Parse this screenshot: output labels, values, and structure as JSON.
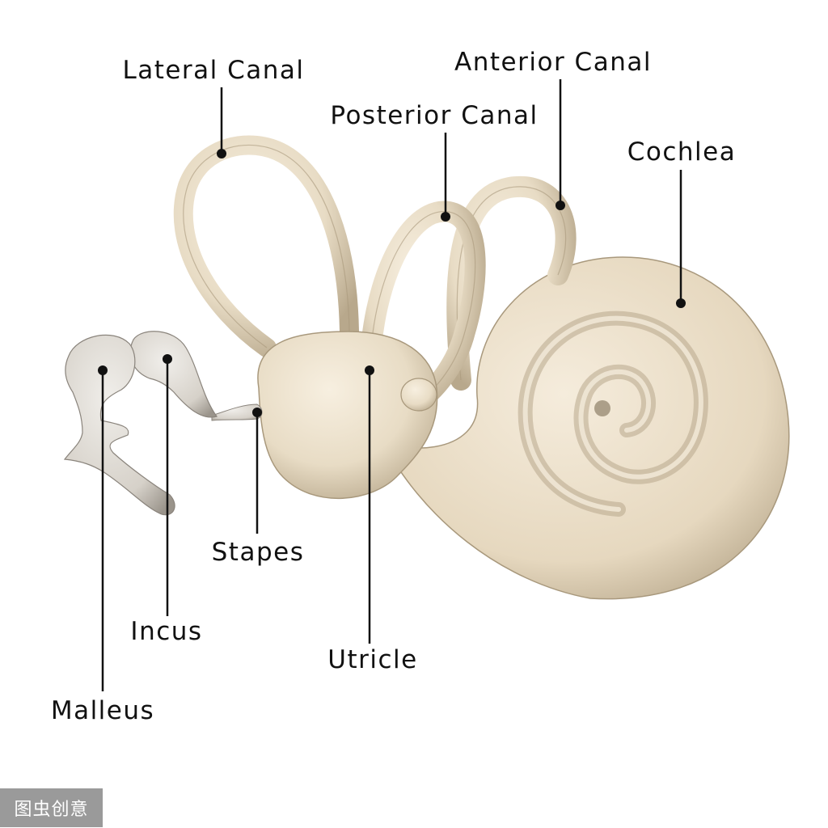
{
  "labels": {
    "lateral_canal": "Lateral Canal",
    "anterior_canal": "Anterior Canal",
    "posterior_canal": "Posterior Canal",
    "cochlea": "Cochlea",
    "stapes": "Stapes",
    "incus": "Incus",
    "utricle": "Utricle",
    "malleus": "Malleus"
  },
  "watermark": "图虫创意",
  "colors": {
    "bone": "#e8dcc5",
    "bone_shadow": "#b7a78b",
    "ossicle": "#d9d5cf",
    "label_text": "#111111",
    "background": "#ffffff"
  }
}
